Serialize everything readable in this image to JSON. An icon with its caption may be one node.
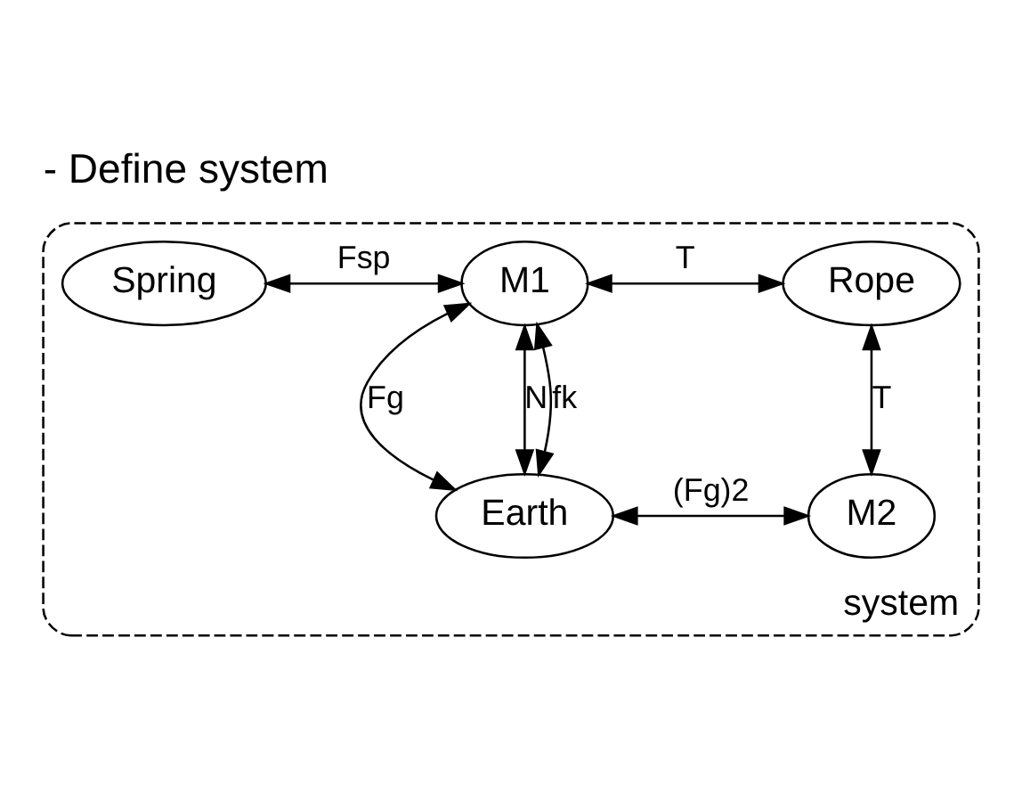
{
  "diagram": {
    "title": "- Define system",
    "nodes": [
      {
        "text": [
          "system"
        ]
      },
      {
        "text": [
          "Spring"
        ],
        "in": 0
      },
      {
        "text": [
          "M1"
        ],
        "in": 0
      },
      {
        "text": [
          "Rope"
        ],
        "in": 0
      },
      {
        "text": [
          "M2"
        ],
        "in": 0
      },
      {
        "text": [
          "Earth"
        ],
        "in": 0
      }
    ],
    "edges": [
      {
        "from": 1,
        "to": 2,
        "arrow": "both",
        "label": "Fsp"
      },
      {
        "from": 2,
        "to": 3,
        "arrow": "both",
        "label": "T"
      },
      {
        "from": 3,
        "to": 4,
        "arrow": "both",
        "label": "T"
      },
      {
        "from": 2,
        "to": 5,
        "arrow": "both",
        "label": "Fg"
      },
      {
        "from": 2,
        "to": 5,
        "arrow": "both",
        "label": "N"
      },
      {
        "from": 2,
        "to": 5,
        "arrow": "both",
        "label": "fk"
      },
      {
        "from": 5,
        "to": 4,
        "arrow": "both",
        "label": "(Fg)2"
      }
    ]
  }
}
